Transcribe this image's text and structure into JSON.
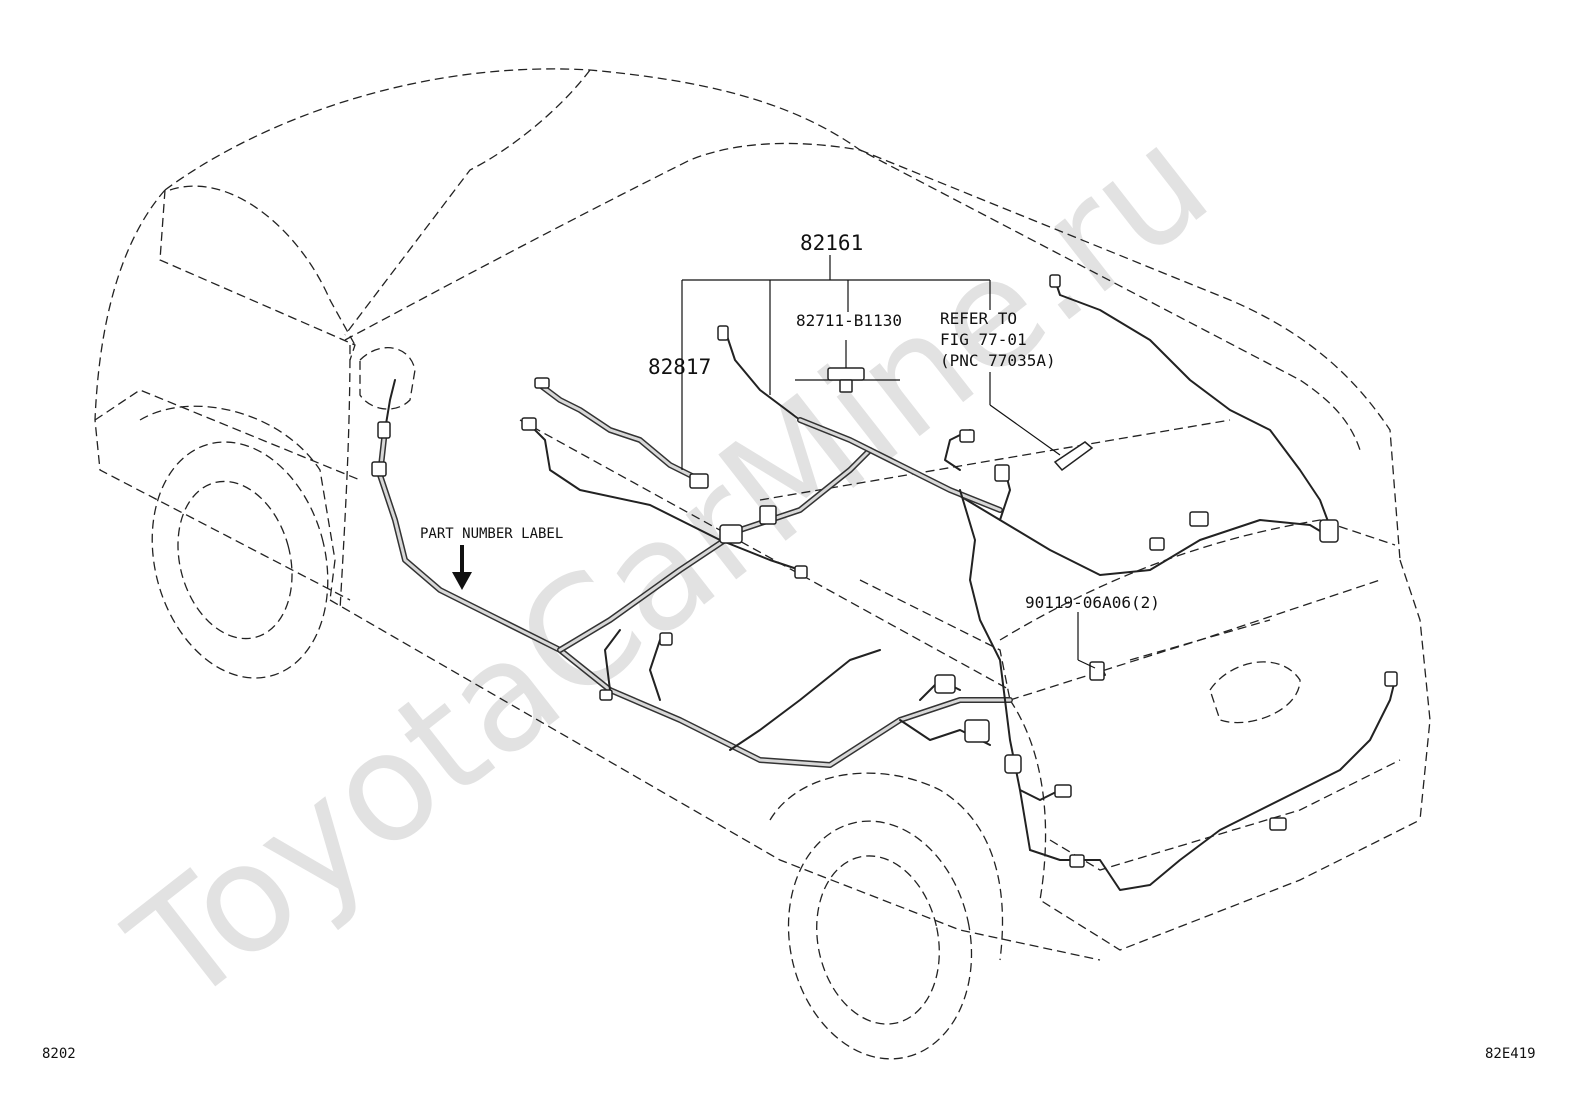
{
  "watermark": "ToyotaCarMine.ru",
  "callouts": {
    "harness_main": "82161",
    "harness_sub": "82817",
    "relay_part": "82711-B1130",
    "refer_line1": "REFER TO",
    "refer_line2": "FIG 77-01",
    "refer_line3": "(PNC 77035A)",
    "bolt_part": "90119-06A06(2)",
    "part_number_label": "PART NUMBER LABEL"
  },
  "footer": {
    "figure_code": "8202",
    "illustration_code": "82E419"
  }
}
